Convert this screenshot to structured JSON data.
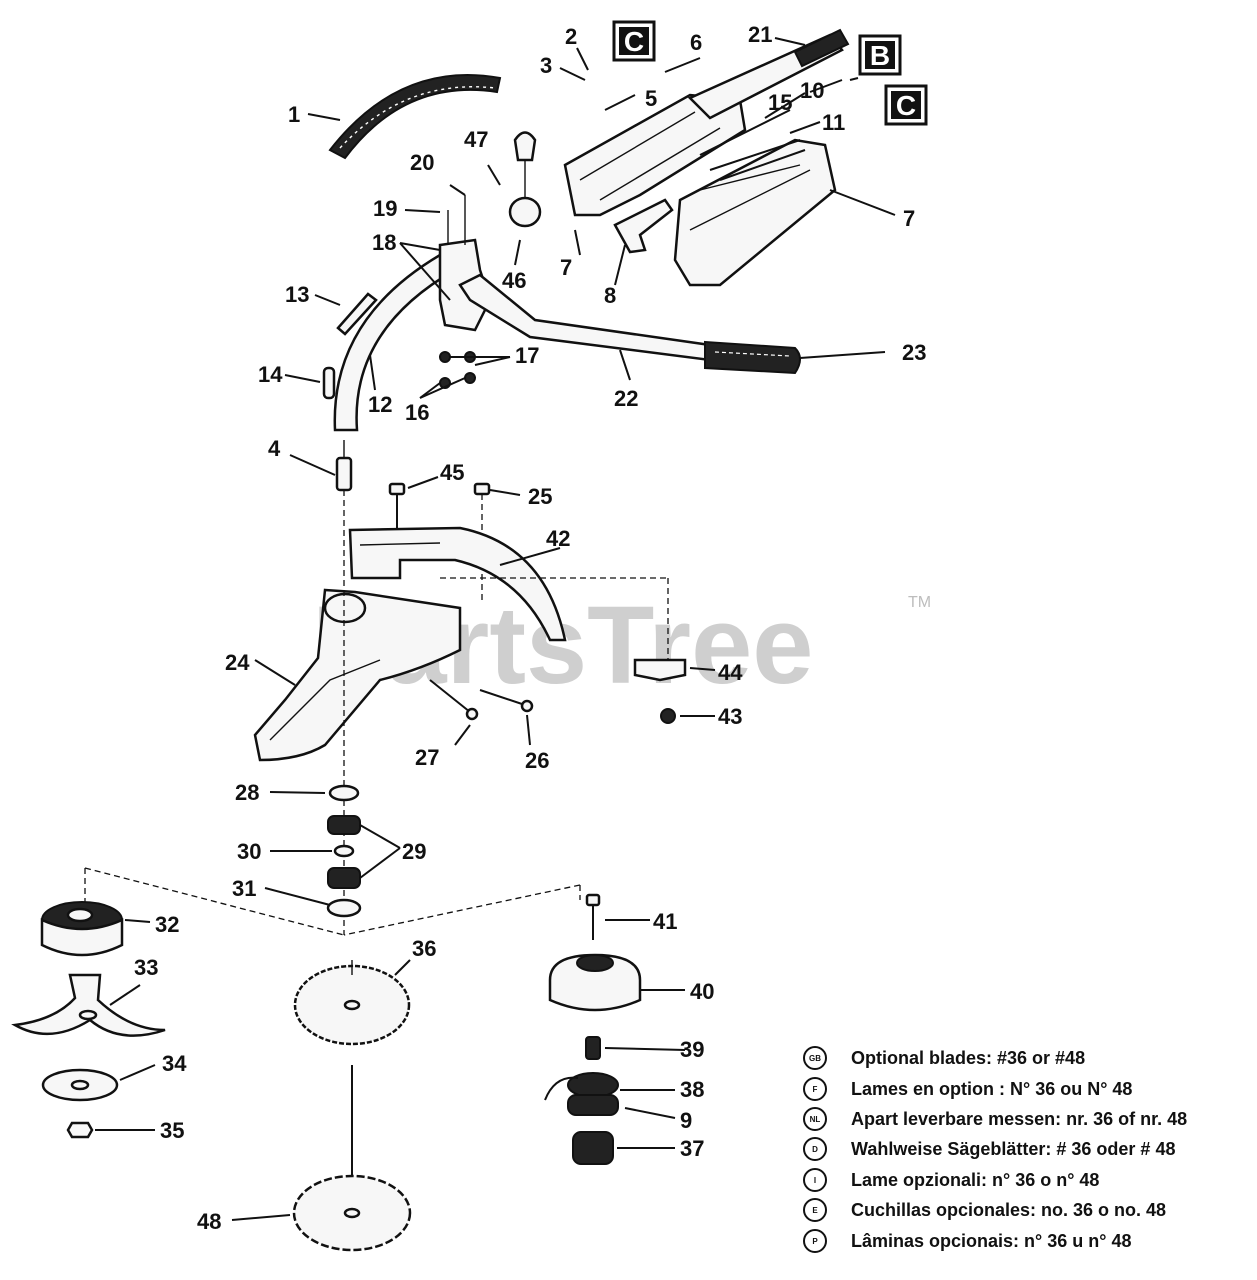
{
  "watermark": "PartsTree",
  "watermark_mark": "TM",
  "section_markers": [
    {
      "id": "C",
      "label": "C"
    },
    {
      "id": "B",
      "label": "B"
    },
    {
      "id": "C2",
      "label": "C"
    }
  ],
  "callouts": [
    "1",
    "2",
    "3",
    "5",
    "6",
    "21",
    "10",
    "15",
    "11",
    "7",
    "7b",
    "8",
    "47",
    "20",
    "19",
    "18",
    "46",
    "13",
    "12",
    "14",
    "17",
    "16",
    "22",
    "23",
    "4",
    "45",
    "25",
    "42",
    "24",
    "44",
    "43",
    "27",
    "26",
    "28",
    "29",
    "30",
    "31",
    "32",
    "33",
    "34",
    "35",
    "36",
    "41",
    "40",
    "39",
    "38",
    "9",
    "37",
    "48"
  ],
  "callout_labels": {
    "1": "1",
    "2": "2",
    "3": "3",
    "5": "5",
    "6": "6",
    "21": "21",
    "10": "10",
    "15": "15",
    "11": "11",
    "7": "7",
    "7b": "7",
    "8": "8",
    "47": "47",
    "20": "20",
    "19": "19",
    "18": "18",
    "46": "46",
    "13": "13",
    "12": "12",
    "14": "14",
    "17": "17",
    "16": "16",
    "22": "22",
    "23": "23",
    "4": "4",
    "45": "45",
    "25": "25",
    "42": "42",
    "24": "24",
    "44": "44",
    "43": "43",
    "27": "27",
    "26": "26",
    "28": "28",
    "29": "29",
    "30": "30",
    "31": "31",
    "32": "32",
    "33": "33",
    "34": "34",
    "35": "35",
    "36": "36",
    "41": "41",
    "40": "40",
    "39": "39",
    "38": "38",
    "9": "9",
    "37": "37",
    "48": "48"
  },
  "legend": [
    {
      "code": "GB",
      "text": "Optional blades: #36 or #48"
    },
    {
      "code": "F",
      "text": "Lames en option : N° 36 ou N° 48"
    },
    {
      "code": "NL",
      "text": "Apart leverbare messen: nr. 36 of nr. 48"
    },
    {
      "code": "D",
      "text": "Wahlweise Sägeblätter: # 36 oder # 48"
    },
    {
      "code": "I",
      "text": "Lame opzionali: n° 36 o n° 48"
    },
    {
      "code": "E",
      "text": "Cuchillas opcionales: no. 36 o no. 48"
    },
    {
      "code": "P",
      "text": "Lâminas opcionais: n° 36 u n° 48"
    }
  ]
}
